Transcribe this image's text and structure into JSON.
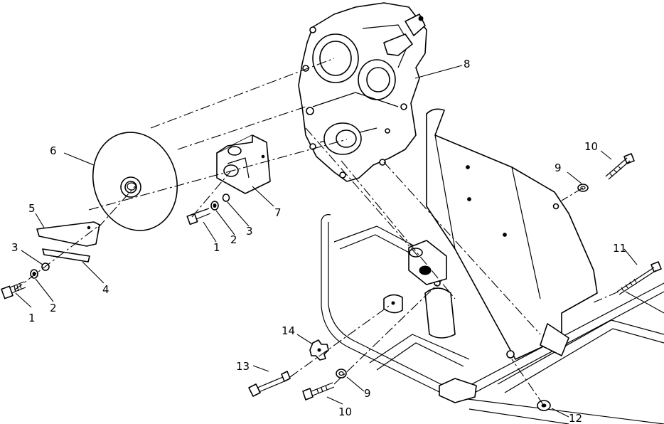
{
  "callouts": [
    {
      "id": "c1a",
      "text": "1"
    },
    {
      "id": "c1b",
      "text": "1"
    },
    {
      "id": "c2a",
      "text": "2"
    },
    {
      "id": "c2b",
      "text": "2"
    },
    {
      "id": "c3a",
      "text": "3"
    },
    {
      "id": "c3b",
      "text": "3"
    },
    {
      "id": "c4",
      "text": "4"
    },
    {
      "id": "c5",
      "text": "5"
    },
    {
      "id": "c6",
      "text": "6"
    },
    {
      "id": "c7",
      "text": "7"
    },
    {
      "id": "c8",
      "text": "8"
    },
    {
      "id": "c9a",
      "text": "9"
    },
    {
      "id": "c9b",
      "text": "9"
    },
    {
      "id": "c10a",
      "text": "10"
    },
    {
      "id": "c10b",
      "text": "10"
    },
    {
      "id": "c11",
      "text": "11"
    },
    {
      "id": "c12",
      "text": "12"
    },
    {
      "id": "c13",
      "text": "13"
    },
    {
      "id": "c14",
      "text": "14"
    }
  ],
  "colors": {
    "ink": "#000000",
    "paper": "#ffffff"
  }
}
